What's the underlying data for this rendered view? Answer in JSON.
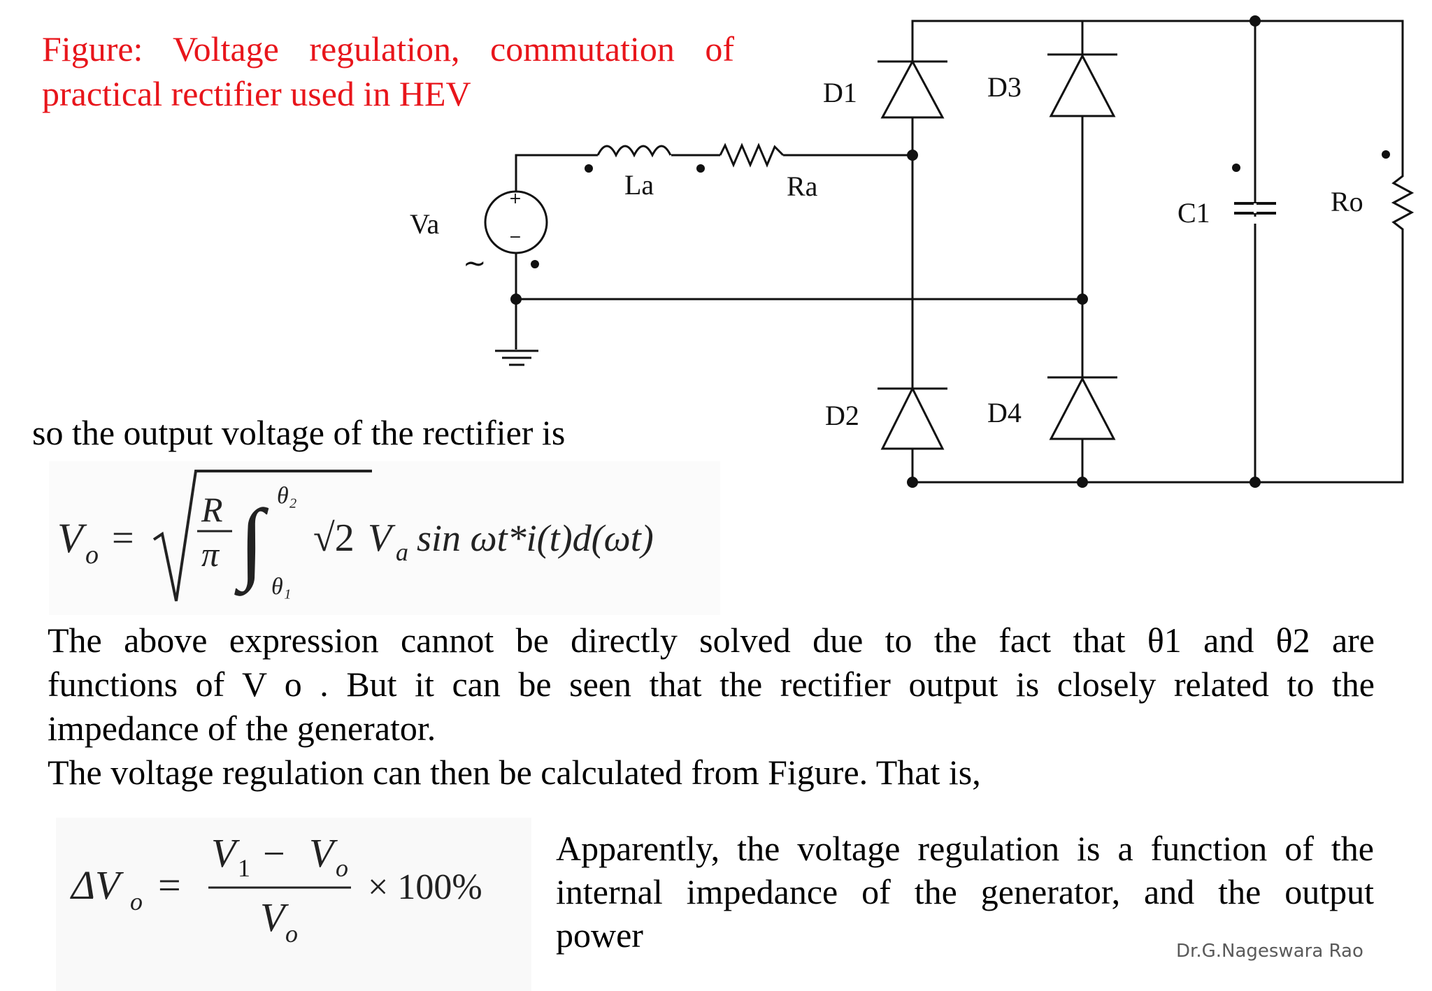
{
  "figure": {
    "caption_line1": "Figure:  Voltage  regulation,  commutation  of",
    "caption_line2": "practical rectifier used in HEV",
    "labels": {
      "source": "Va",
      "inductor": "La",
      "resistor": "Ra",
      "diode1": "D1",
      "diode2": "D2",
      "diode3": "D3",
      "diode4": "D4",
      "capacitor": "C1",
      "load": "Ro",
      "plus": "+",
      "minus": "−",
      "ac_symbol": "~"
    }
  },
  "intro_text": "so the output voltage of the rectifier is",
  "equation1": {
    "lhs": "V",
    "lhs_sub": "o",
    "eq": "=",
    "R": "R",
    "pi": "π",
    "upper": "θ₂",
    "lower": "θ₁",
    "sqrt2": "√2",
    "body": "V",
    "body_sub": "a",
    "tail": "sin ωt*i(t)d(ωt)"
  },
  "paragraph1": {
    "line1": "The  above  expression  cannot  be  directly  solved  due  to  the  fact  that  θ1  and  θ2  are",
    "line2": "functions  of  V  o .  But  it  can  be  seen  that  the  rectifier  output  is  closely  related  to  the",
    "line3": "impedance of the generator."
  },
  "paragraph2": "The voltage regulation can then be calculated from Figure. That is,",
  "equation2": {
    "lhs": "ΔV",
    "lhs_sub": "o",
    "eq": "=",
    "num_a": "V",
    "num_a_sub": "1",
    "minus": "−",
    "num_b": "V",
    "num_b_sub": "o",
    "den": "V",
    "den_sub": "o",
    "times": "× 100%"
  },
  "side_note": {
    "line1": "Apparently, the voltage regulation is a function of the",
    "line2": "internal  impedance  of  the  generator,  and  the  output",
    "line3": "power"
  },
  "credit": "Dr.G.Nageswara Rao"
}
